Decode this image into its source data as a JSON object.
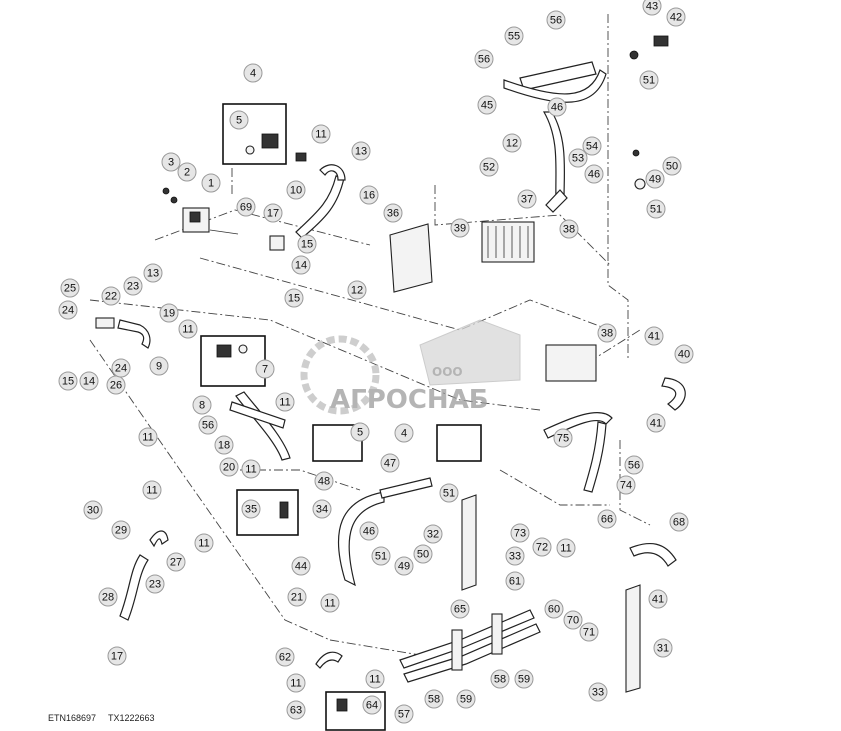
{
  "watermark": {
    "company_prefix": "ООО",
    "company_name": "АГРОСНАБ",
    "color": "#9c9c9c"
  },
  "footer": {
    "figure_code": "ETN168697",
    "tx_code": "TX1222663"
  },
  "callouts": [
    {
      "label": "43"
    },
    {
      "label": "42"
    },
    {
      "label": "56"
    },
    {
      "label": "55"
    },
    {
      "label": "56"
    },
    {
      "label": "51"
    },
    {
      "label": "45"
    },
    {
      "label": "46"
    },
    {
      "label": "4"
    },
    {
      "label": "5"
    },
    {
      "label": "11"
    },
    {
      "label": "12"
    },
    {
      "label": "53"
    },
    {
      "label": "54"
    },
    {
      "label": "52"
    },
    {
      "label": "46"
    },
    {
      "label": "50"
    },
    {
      "label": "49"
    },
    {
      "label": "51"
    },
    {
      "label": "13"
    },
    {
      "label": "3"
    },
    {
      "label": "2"
    },
    {
      "label": "1"
    },
    {
      "label": "10"
    },
    {
      "label": "16"
    },
    {
      "label": "69"
    },
    {
      "label": "17"
    },
    {
      "label": "36"
    },
    {
      "label": "39"
    },
    {
      "label": "37"
    },
    {
      "label": "38"
    },
    {
      "label": "15"
    },
    {
      "label": "14"
    },
    {
      "label": "12"
    },
    {
      "label": "15"
    },
    {
      "label": "25"
    },
    {
      "label": "23"
    },
    {
      "label": "13"
    },
    {
      "label": "24"
    },
    {
      "label": "22"
    },
    {
      "label": "19"
    },
    {
      "label": "11"
    },
    {
      "label": "38"
    },
    {
      "label": "41"
    },
    {
      "label": "40"
    },
    {
      "label": "9"
    },
    {
      "label": "7"
    },
    {
      "label": "15"
    },
    {
      "label": "14"
    },
    {
      "label": "26"
    },
    {
      "label": "24"
    },
    {
      "label": "8"
    },
    {
      "label": "41"
    },
    {
      "label": "11"
    },
    {
      "label": "56"
    },
    {
      "label": "5"
    },
    {
      "label": "4"
    },
    {
      "label": "75"
    },
    {
      "label": "56"
    },
    {
      "label": "18"
    },
    {
      "label": "11"
    },
    {
      "label": "20"
    },
    {
      "label": "11"
    },
    {
      "label": "47"
    },
    {
      "label": "48"
    },
    {
      "label": "74"
    },
    {
      "label": "11"
    },
    {
      "label": "35"
    },
    {
      "label": "34"
    },
    {
      "label": "51"
    },
    {
      "label": "30"
    },
    {
      "label": "29"
    },
    {
      "label": "11"
    },
    {
      "label": "46"
    },
    {
      "label": "32"
    },
    {
      "label": "73"
    },
    {
      "label": "66"
    },
    {
      "label": "68"
    },
    {
      "label": "27"
    },
    {
      "label": "44"
    },
    {
      "label": "51"
    },
    {
      "label": "49"
    },
    {
      "label": "50"
    },
    {
      "label": "33"
    },
    {
      "label": "72"
    },
    {
      "label": "11"
    },
    {
      "label": "23"
    },
    {
      "label": "28"
    },
    {
      "label": "61"
    },
    {
      "label": "41"
    },
    {
      "label": "21"
    },
    {
      "label": "11"
    },
    {
      "label": "65"
    },
    {
      "label": "60"
    },
    {
      "label": "70"
    },
    {
      "label": "71"
    },
    {
      "label": "17"
    },
    {
      "label": "31"
    },
    {
      "label": "62"
    },
    {
      "label": "11"
    },
    {
      "label": "11"
    },
    {
      "label": "58"
    },
    {
      "label": "59"
    },
    {
      "label": "63"
    },
    {
      "label": "64"
    },
    {
      "label": "57"
    },
    {
      "label": "58"
    },
    {
      "label": "59"
    },
    {
      "label": "33"
    }
  ]
}
